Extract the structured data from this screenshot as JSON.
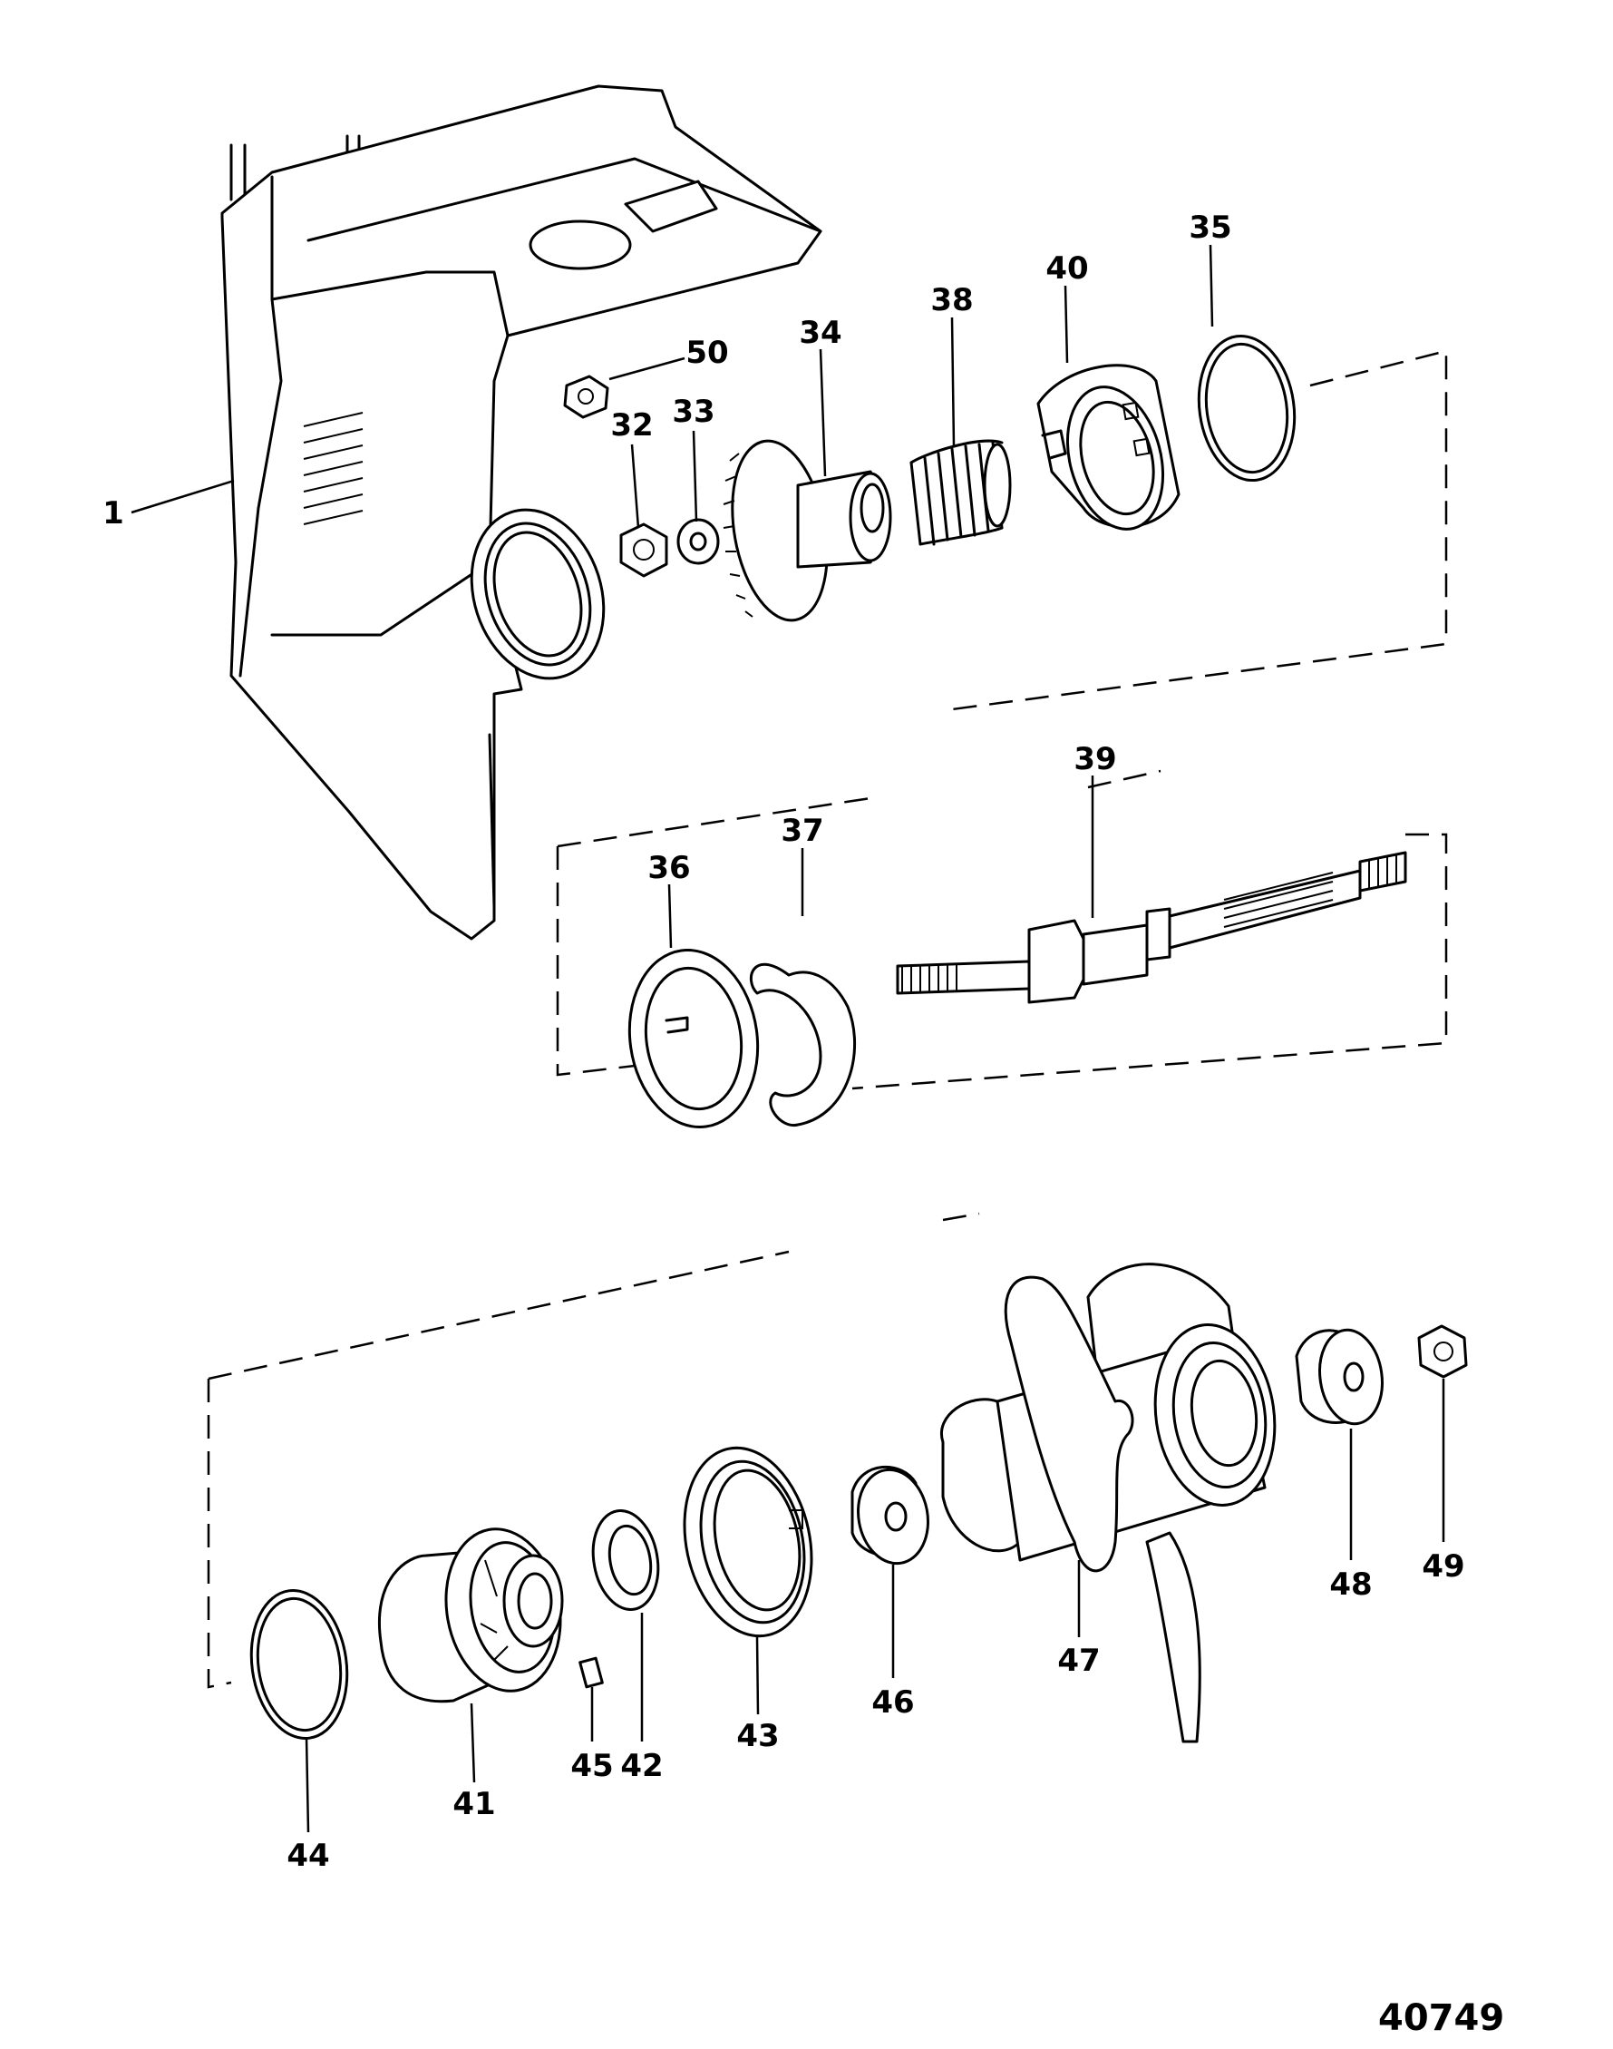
{
  "figure_number": "40749",
  "callouts": [
    {
      "id": "lbl-1",
      "text": "1"
    },
    {
      "id": "lbl-32",
      "text": "32"
    },
    {
      "id": "lbl-33",
      "text": "33"
    },
    {
      "id": "lbl-34",
      "text": "34"
    },
    {
      "id": "lbl-35",
      "text": "35"
    },
    {
      "id": "lbl-36",
      "text": "36"
    },
    {
      "id": "lbl-37",
      "text": "37"
    },
    {
      "id": "lbl-38",
      "text": "38"
    },
    {
      "id": "lbl-39",
      "text": "39"
    },
    {
      "id": "lbl-40",
      "text": "40"
    },
    {
      "id": "lbl-41",
      "text": "41"
    },
    {
      "id": "lbl-42",
      "text": "42"
    },
    {
      "id": "lbl-43",
      "text": "43"
    },
    {
      "id": "lbl-44",
      "text": "44"
    },
    {
      "id": "lbl-45",
      "text": "45"
    },
    {
      "id": "lbl-46",
      "text": "46"
    },
    {
      "id": "lbl-47",
      "text": "47"
    },
    {
      "id": "lbl-48",
      "text": "48"
    },
    {
      "id": "lbl-49",
      "text": "49"
    },
    {
      "id": "lbl-50",
      "text": "50"
    }
  ]
}
